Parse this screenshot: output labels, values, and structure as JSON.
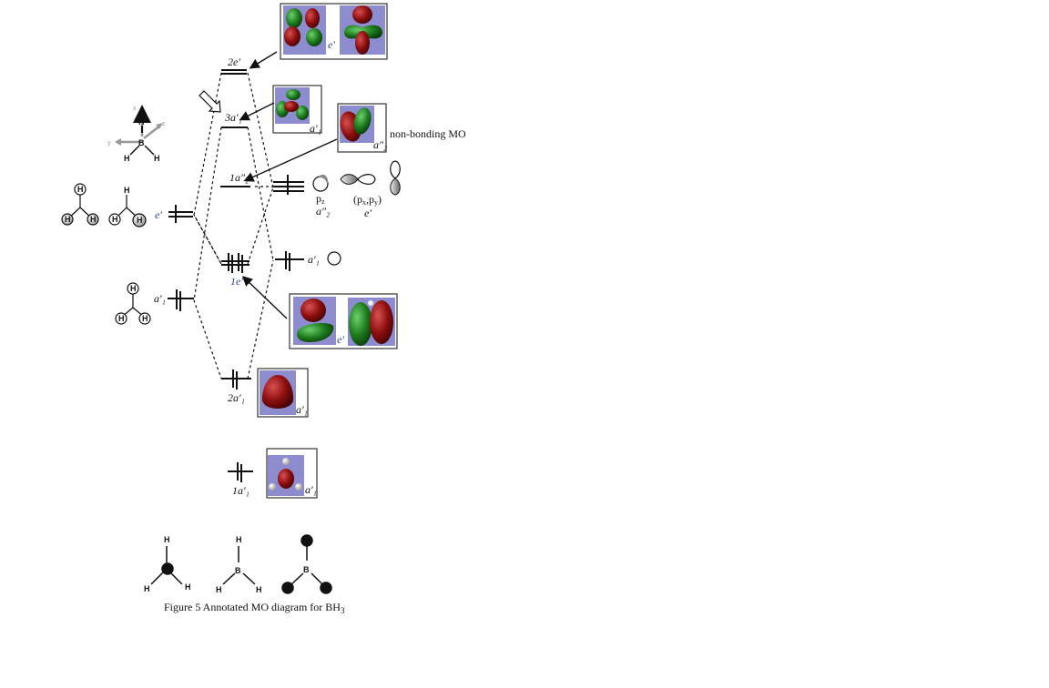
{
  "figure": {
    "caption": "Figure 5 Annotated MO diagram for BH",
    "caption_subscript": "3",
    "annotation_nonbonding": "non-bonding MO"
  },
  "mo_levels": [
    {
      "id": "2e-prime",
      "label": "2e′",
      "electrons": 0,
      "symmetry_box": "e′"
    },
    {
      "id": "3a1-prime",
      "label": "3a′₁",
      "electrons": 0,
      "symmetry_box": "a′₁"
    },
    {
      "id": "1a2-doubleprime",
      "label": "1a″₂",
      "electrons": 0,
      "symmetry_box": "a″₂",
      "note": "non-bonding MO"
    },
    {
      "id": "1e-prime",
      "label": "1e′",
      "electrons": 4,
      "symmetry_box": "e′"
    },
    {
      "id": "2a1-prime",
      "label": "2a′₁",
      "electrons": 2,
      "symmetry_box": "a′₁"
    },
    {
      "id": "1a1-prime",
      "label": "1a′₁",
      "electrons": 2,
      "symmetry_box": "a′₁"
    }
  ],
  "fragment_left": {
    "levels": [
      {
        "label": "e′",
        "electrons": 1
      },
      {
        "label": "a′₁",
        "electrons": 2
      }
    ],
    "atom_label": "H"
  },
  "fragment_right": {
    "orbitals": [
      {
        "name": "pz",
        "symmetry": "a″₂"
      },
      {
        "name": "(px,py)",
        "symmetry": "e′"
      },
      {
        "name": "s",
        "symmetry": "a′₁"
      }
    ],
    "labels": {
      "pz": "p",
      "pz_sub": "z",
      "pxpy": "(p",
      "px_sub": "x",
      "comma": ",p",
      "py_sub": "y",
      "close": ")",
      "a2": "a″₂",
      "e": "e′",
      "a1": "a′₁"
    }
  },
  "axes": {
    "x": "x",
    "y": "y",
    "z": "z",
    "center": "B",
    "h": "H"
  },
  "bottom_structures": {
    "h": "H",
    "b": "B"
  },
  "colors": {
    "lobe_red": "#8b0d0d",
    "lobe_green": "#1d7a1d",
    "panel_bg": "#8c8ccf"
  }
}
